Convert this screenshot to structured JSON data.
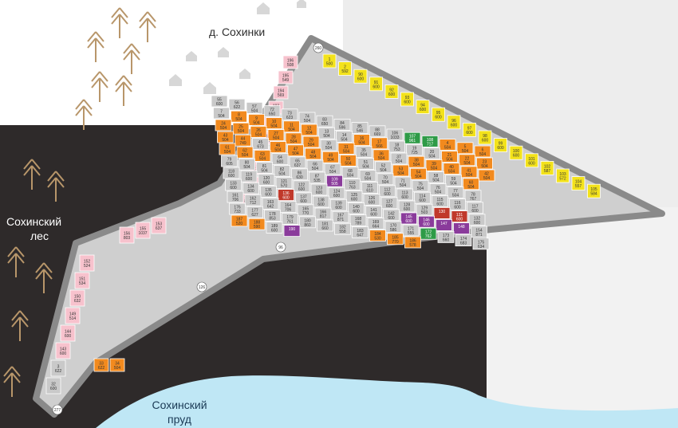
{
  "labels": {
    "village": "д. Сохинки",
    "forest_line1": "Сохинский",
    "forest_line2": "лес",
    "pond_line1": "Сохинский",
    "pond_line2": "пруд"
  },
  "colors": {
    "available": "#c9c9c9",
    "sold": "#f28a1e",
    "reserved_yellow": "#f3e21b",
    "pink": "#f7c2cd",
    "purple": "#8a3b9b",
    "green": "#2e9b47",
    "red": "#c0392b",
    "road": "#8a8a8a",
    "forest_bg": "#2e2a2a",
    "pond": "#bfe7f5"
  },
  "plots": [
    {
      "no": "1",
      "area": "500",
      "c": "yellow"
    },
    {
      "no": "2",
      "area": "592",
      "c": "yellow"
    },
    {
      "no": "90",
      "area": "600",
      "c": "yellow"
    },
    {
      "no": "91",
      "area": "600",
      "c": "yellow"
    },
    {
      "no": "92",
      "area": "600",
      "c": "yellow"
    },
    {
      "no": "93",
      "area": "600",
      "c": "yellow"
    },
    {
      "no": "94",
      "area": "600",
      "c": "yellow"
    },
    {
      "no": "95",
      "area": "600",
      "c": "yellow"
    },
    {
      "no": "96",
      "area": "600",
      "c": "yellow"
    },
    {
      "no": "97",
      "area": "600",
      "c": "yellow"
    },
    {
      "no": "98",
      "area": "600",
      "c": "yellow"
    },
    {
      "no": "99",
      "area": "600",
      "c": "yellow"
    },
    {
      "no": "100",
      "area": "600",
      "c": "yellow"
    },
    {
      "no": "101",
      "area": "600",
      "c": "yellow"
    },
    {
      "no": "102",
      "area": "587",
      "c": "yellow"
    },
    {
      "no": "103",
      "area": "572",
      "c": "yellow"
    },
    {
      "no": "104",
      "area": "557",
      "c": "yellow"
    },
    {
      "no": "105",
      "area": "584",
      "c": "yellow"
    },
    {
      "no": "196",
      "area": "508",
      "c": "pink"
    },
    {
      "no": "195",
      "area": "549",
      "c": "pink"
    },
    {
      "no": "194",
      "area": "569",
      "c": "pink"
    },
    {
      "no": "193",
      "area": "563",
      "c": "pink"
    },
    {
      "no": "182",
      "area": "608",
      "c": "pink"
    },
    {
      "no": "181",
      "area": "614",
      "c": "pink"
    },
    {
      "no": "160",
      "area": "656",
      "c": "pink"
    },
    {
      "no": "159",
      "area": "620",
      "c": "pink"
    },
    {
      "no": "158",
      "area": "739",
      "c": "pink"
    },
    {
      "no": "157",
      "area": "868",
      "c": "pink"
    },
    {
      "no": "156",
      "area": "803",
      "c": "pink"
    },
    {
      "no": "155",
      "area": "1037",
      "c": "pink"
    },
    {
      "no": "153",
      "area": "637",
      "c": "pink"
    },
    {
      "no": "152",
      "area": "524",
      "c": "pink"
    },
    {
      "no": "151",
      "area": "534",
      "c": "pink"
    },
    {
      "no": "150",
      "area": "632",
      "c": "pink"
    },
    {
      "no": "149",
      "area": "514",
      "c": "pink"
    },
    {
      "no": "144",
      "area": "600",
      "c": "pink"
    },
    {
      "no": "143",
      "area": "600",
      "c": "pink"
    },
    {
      "no": "3",
      "area": "622",
      "c": "gray"
    },
    {
      "no": "32",
      "area": "600",
      "c": "gray"
    },
    {
      "no": "33",
      "area": "622",
      "c": "orange"
    },
    {
      "no": "34",
      "area": "504",
      "c": "orange"
    },
    {
      "no": "55",
      "area": "600",
      "c": "gray"
    },
    {
      "no": "56",
      "area": "622",
      "c": "gray"
    },
    {
      "no": "57",
      "area": "504",
      "c": "gray"
    },
    {
      "no": "72",
      "area": "650",
      "c": "gray"
    },
    {
      "no": "73",
      "area": "623",
      "c": "gray"
    },
    {
      "no": "74",
      "area": "504",
      "c": "gray"
    },
    {
      "no": "83",
      "area": "650",
      "c": "gray"
    },
    {
      "no": "84",
      "area": "596",
      "c": "gray"
    },
    {
      "no": "85",
      "area": "546",
      "c": "gray"
    },
    {
      "no": "88",
      "area": "669",
      "c": "gray"
    },
    {
      "no": "106",
      "area": "1033",
      "c": "gray"
    },
    {
      "no": "107",
      "area": "961",
      "c": "green"
    },
    {
      "no": "108",
      "area": "717",
      "c": "green"
    },
    {
      "no": "4",
      "area": "504",
      "c": "orange"
    },
    {
      "no": "5",
      "area": "504",
      "c": "orange"
    },
    {
      "no": "6",
      "area": "504",
      "c": "orange"
    },
    {
      "no": "7",
      "area": "504",
      "c": "gray"
    },
    {
      "no": "8",
      "area": "504",
      "c": "orange"
    },
    {
      "no": "9",
      "area": "504",
      "c": "orange"
    },
    {
      "no": "10",
      "area": "504",
      "c": "orange"
    },
    {
      "no": "11",
      "area": "504",
      "c": "orange"
    },
    {
      "no": "12",
      "area": "504",
      "c": "orange"
    },
    {
      "no": "13",
      "area": "504",
      "c": "gray"
    },
    {
      "no": "14",
      "area": "504",
      "c": "gray"
    },
    {
      "no": "16",
      "area": "504",
      "c": "orange"
    },
    {
      "no": "17",
      "area": "566",
      "c": "orange"
    },
    {
      "no": "18",
      "area": "753",
      "c": "gray"
    },
    {
      "no": "19",
      "area": "725",
      "c": "gray"
    },
    {
      "no": "20",
      "area": "504",
      "c": "gray"
    },
    {
      "no": "21",
      "area": "504",
      "c": "orange"
    },
    {
      "no": "22",
      "area": "504",
      "c": "orange"
    },
    {
      "no": "23",
      "area": "504",
      "c": "orange"
    },
    {
      "no": "24",
      "area": "504",
      "c": "orange"
    },
    {
      "no": "25",
      "area": "504",
      "c": "orange"
    },
    {
      "no": "26",
      "area": "504",
      "c": "orange"
    },
    {
      "no": "27",
      "area": "504",
      "c": "orange"
    },
    {
      "no": "28",
      "area": "504",
      "c": "orange"
    },
    {
      "no": "29",
      "area": "504",
      "c": "orange"
    },
    {
      "no": "30",
      "area": "504",
      "c": "gray"
    },
    {
      "no": "31",
      "area": "504",
      "c": "orange"
    },
    {
      "no": "35",
      "area": "504",
      "c": "gray"
    },
    {
      "no": "36",
      "area": "504",
      "c": "orange"
    },
    {
      "no": "37",
      "area": "504",
      "c": "gray"
    },
    {
      "no": "38",
      "area": "504",
      "c": "orange"
    },
    {
      "no": "39",
      "area": "504",
      "c": "orange"
    },
    {
      "no": "40",
      "area": "504",
      "c": "orange"
    },
    {
      "no": "41",
      "area": "504",
      "c": "orange"
    },
    {
      "no": "42",
      "area": "504",
      "c": "orange"
    },
    {
      "no": "43",
      "area": "504",
      "c": "orange"
    },
    {
      "no": "44",
      "area": "749",
      "c": "orange"
    },
    {
      "no": "45",
      "area": "673",
      "c": "gray"
    },
    {
      "no": "46",
      "area": "504",
      "c": "orange"
    },
    {
      "no": "47",
      "area": "504",
      "c": "orange"
    },
    {
      "no": "48",
      "area": "504",
      "c": "orange"
    },
    {
      "no": "49",
      "area": "504",
      "c": "orange"
    },
    {
      "no": "50",
      "area": "504",
      "c": "orange"
    },
    {
      "no": "51",
      "area": "504",
      "c": "gray"
    },
    {
      "no": "52",
      "area": "504",
      "c": "gray"
    },
    {
      "no": "53",
      "area": "504",
      "c": "orange"
    },
    {
      "no": "54",
      "area": "504",
      "c": "orange"
    },
    {
      "no": "58",
      "area": "504",
      "c": "gray"
    },
    {
      "no": "59",
      "area": "504",
      "c": "gray"
    },
    {
      "no": "60",
      "area": "504",
      "c": "orange"
    },
    {
      "no": "61",
      "area": "504",
      "c": "orange"
    },
    {
      "no": "62",
      "area": "504",
      "c": "orange"
    },
    {
      "no": "63",
      "area": "504",
      "c": "orange"
    },
    {
      "no": "64",
      "area": "600",
      "c": "gray"
    },
    {
      "no": "65",
      "area": "637",
      "c": "gray"
    },
    {
      "no": "66",
      "area": "504",
      "c": "gray"
    },
    {
      "no": "67",
      "area": "504",
      "c": "gray"
    },
    {
      "no": "68",
      "area": "504",
      "c": "gray"
    },
    {
      "no": "69",
      "area": "504",
      "c": "gray"
    },
    {
      "no": "70",
      "area": "504",
      "c": "gray"
    },
    {
      "no": "71",
      "area": "504",
      "c": "gray"
    },
    {
      "no": "75",
      "area": "504",
      "c": "gray"
    },
    {
      "no": "76",
      "area": "504",
      "c": "gray"
    },
    {
      "no": "77",
      "area": "504",
      "c": "gray"
    },
    {
      "no": "78",
      "area": "767",
      "c": "gray"
    },
    {
      "no": "79",
      "area": "605",
      "c": "gray"
    },
    {
      "no": "80",
      "area": "504",
      "c": "gray"
    },
    {
      "no": "81",
      "area": "504",
      "c": "gray"
    },
    {
      "no": "82",
      "area": "504",
      "c": "gray"
    },
    {
      "no": "86",
      "area": "630",
      "c": "gray"
    },
    {
      "no": "87",
      "area": "535",
      "c": "gray"
    },
    {
      "no": "109",
      "area": "505",
      "c": "purple"
    },
    {
      "no": "110",
      "area": "763",
      "c": "gray"
    },
    {
      "no": "111",
      "area": "610",
      "c": "gray"
    },
    {
      "no": "112",
      "area": "600",
      "c": "gray"
    },
    {
      "no": "113",
      "area": "600",
      "c": "gray"
    },
    {
      "no": "114",
      "area": "600",
      "c": "gray"
    },
    {
      "no": "115",
      "area": "600",
      "c": "gray"
    },
    {
      "no": "116",
      "area": "600",
      "c": "gray"
    },
    {
      "no": "117",
      "area": "600",
      "c": "gray"
    },
    {
      "no": "118",
      "area": "600",
      "c": "gray"
    },
    {
      "no": "119",
      "area": "600",
      "c": "gray"
    },
    {
      "no": "120",
      "area": "600",
      "c": "gray"
    },
    {
      "no": "121",
      "area": "570",
      "c": "gray"
    },
    {
      "no": "122",
      "area": "600",
      "c": "gray"
    },
    {
      "no": "123",
      "area": "600",
      "c": "gray"
    },
    {
      "no": "124",
      "area": "600",
      "c": "gray"
    },
    {
      "no": "125",
      "area": "600",
      "c": "gray"
    },
    {
      "no": "126",
      "area": "600",
      "c": "gray"
    },
    {
      "no": "127",
      "area": "600",
      "c": "gray"
    },
    {
      "no": "128",
      "area": "600",
      "c": "gray"
    },
    {
      "no": "129",
      "area": "503",
      "c": "gray"
    },
    {
      "no": "130",
      "area": "",
      "c": "red"
    },
    {
      "no": "131",
      "area": "600",
      "c": "red"
    },
    {
      "no": "132",
      "area": "600",
      "c": "gray"
    },
    {
      "no": "133",
      "area": "600",
      "c": "gray"
    },
    {
      "no": "134",
      "area": "600",
      "c": "gray"
    },
    {
      "no": "135",
      "area": "600",
      "c": "gray"
    },
    {
      "no": "136",
      "area": "600",
      "c": "red"
    },
    {
      "no": "137",
      "area": "600",
      "c": "gray"
    },
    {
      "no": "138",
      "area": "600",
      "c": "gray"
    },
    {
      "no": "139",
      "area": "600",
      "c": "gray"
    },
    {
      "no": "140",
      "area": "600",
      "c": "gray"
    },
    {
      "no": "141",
      "area": "600",
      "c": "gray"
    },
    {
      "no": "142",
      "area": "600",
      "c": "gray"
    },
    {
      "no": "145",
      "area": "600",
      "c": "purple"
    },
    {
      "no": "146",
      "area": "600",
      "c": "purple"
    },
    {
      "no": "147",
      "area": "",
      "c": "purple"
    },
    {
      "no": "148",
      "area": "",
      "c": "purple"
    },
    {
      "no": "154",
      "area": "871",
      "c": "gray"
    },
    {
      "no": "161",
      "area": "706",
      "c": "gray"
    },
    {
      "no": "162",
      "area": "712",
      "c": "gray"
    },
    {
      "no": "163",
      "area": "642",
      "c": "gray"
    },
    {
      "no": "164",
      "area": "706",
      "c": "gray"
    },
    {
      "no": "165",
      "area": "770",
      "c": "gray"
    },
    {
      "no": "166",
      "area": "817",
      "c": "gray"
    },
    {
      "no": "167",
      "area": "871",
      "c": "gray"
    },
    {
      "no": "168",
      "area": "789",
      "c": "gray"
    },
    {
      "no": "169",
      "area": "664",
      "c": "gray"
    },
    {
      "no": "170",
      "area": "586",
      "c": "gray"
    },
    {
      "no": "171",
      "area": "555",
      "c": "gray"
    },
    {
      "no": "172",
      "area": "762",
      "c": "green"
    },
    {
      "no": "173",
      "area": "660",
      "c": "gray"
    },
    {
      "no": "174",
      "area": "683",
      "c": "gray"
    },
    {
      "no": "175",
      "area": "634",
      "c": "gray"
    },
    {
      "no": "176",
      "area": "733",
      "c": "gray"
    },
    {
      "no": "177",
      "area": "627",
      "c": "gray"
    },
    {
      "no": "178",
      "area": "853",
      "c": "gray"
    },
    {
      "no": "179",
      "area": "761",
      "c": "gray"
    },
    {
      "no": "180",
      "area": "860",
      "c": "gray"
    },
    {
      "no": "181",
      "area": "660",
      "c": "gray"
    },
    {
      "no": "182",
      "area": "558",
      "c": "gray"
    },
    {
      "no": "183",
      "area": "647",
      "c": "gray"
    },
    {
      "no": "184",
      "area": "530",
      "c": "orange"
    },
    {
      "no": "185",
      "area": "770",
      "c": "orange"
    },
    {
      "no": "186",
      "area": "578",
      "c": "orange"
    },
    {
      "no": "187",
      "area": "520",
      "c": "orange"
    },
    {
      "no": "188",
      "area": "590",
      "c": "orange"
    },
    {
      "no": "189",
      "area": "600",
      "c": "gray"
    },
    {
      "no": "190",
      "area": "",
      "c": "purple"
    }
  ],
  "road_markers": [
    "260",
    "96",
    "126",
    "277"
  ]
}
